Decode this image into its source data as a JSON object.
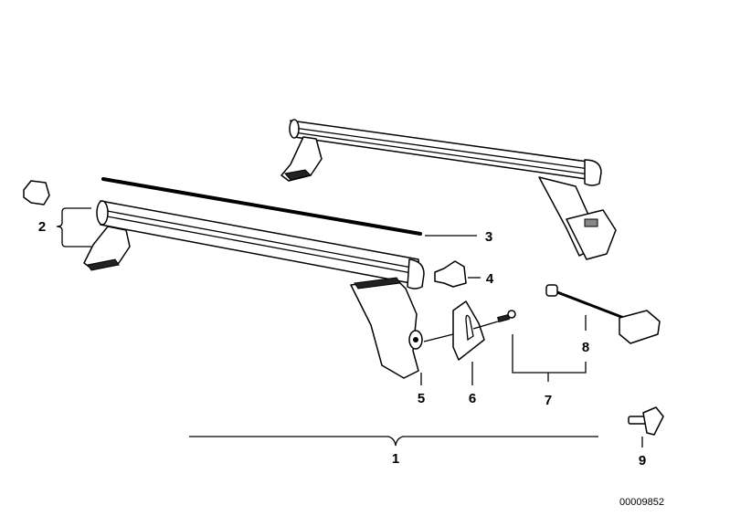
{
  "diagram": {
    "callouts": [
      "1",
      "2",
      "3",
      "4",
      "5",
      "6",
      "7",
      "8",
      "9"
    ],
    "drawing_code": "00009852"
  }
}
